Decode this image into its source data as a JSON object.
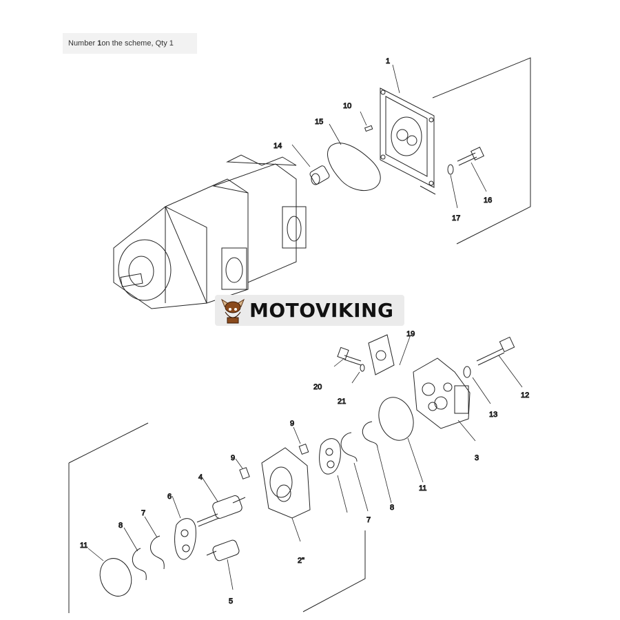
{
  "caption": {
    "prefix": "Number ",
    "number": "1",
    "suffix": " on the scheme, Qty 1"
  },
  "watermark": {
    "text": "MOTOVIKING",
    "logo_icon": "viking-mascot-icon"
  },
  "callouts": [
    "1",
    "10",
    "15",
    "14",
    "16",
    "17",
    "19",
    "20",
    "21",
    "12",
    "13",
    "3",
    "11",
    "9",
    "9",
    "4",
    "6",
    "7",
    "8",
    "11",
    "2\"",
    "7",
    "8",
    "5"
  ],
  "colors": {
    "line": "#222222",
    "caption_bg": "#f2f2f2",
    "watermark_bg": "#ebebeb",
    "mascot_brown": "#8a4a1c"
  }
}
